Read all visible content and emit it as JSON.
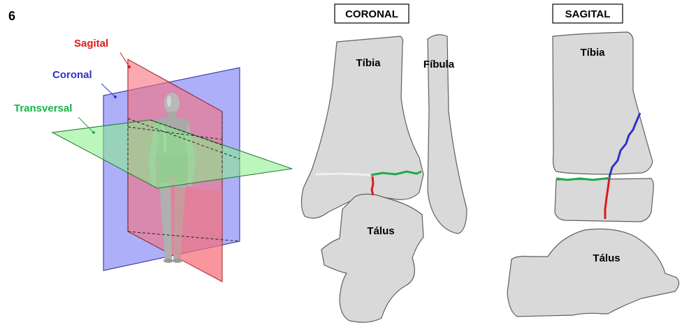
{
  "figure_number": "6",
  "planes": {
    "sagittal": {
      "label": "Sagital",
      "color": "#e0191b"
    },
    "coronal": {
      "label": "Coronal",
      "color": "#2f32c8"
    },
    "transversal": {
      "label": "Transversal",
      "color": "#17b24a"
    }
  },
  "coronal_view": {
    "title": "CORONAL",
    "tibia": "Tíbia",
    "fibula": "Fíbula",
    "talus": "Tálus"
  },
  "sagittal_view": {
    "title": "SAGITAL",
    "tibia": "Tíbia",
    "talus": "Tálus"
  },
  "colors": {
    "bone_fill": "#d9d9d9",
    "bone_stroke": "#5f5f5f",
    "fracture_red": "#e0191b",
    "fracture_green": "#1faa4a",
    "fracture_blue": "#2f32c8"
  }
}
